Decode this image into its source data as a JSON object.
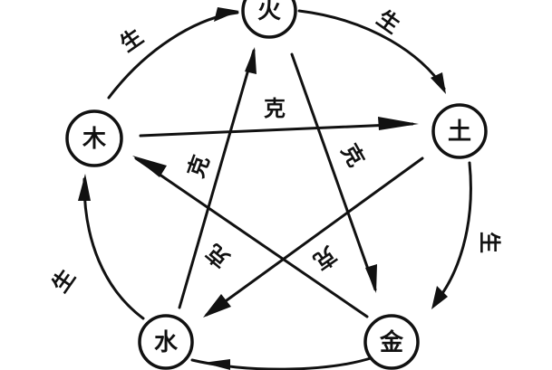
{
  "nodes": {
    "fire": "火",
    "earth": "土",
    "metal": "金",
    "water": "水",
    "wood": "木"
  },
  "labels": {
    "sheng": "生",
    "ke": "克"
  },
  "colors": {
    "ink": "#111111",
    "paper": "#ffffff"
  }
}
